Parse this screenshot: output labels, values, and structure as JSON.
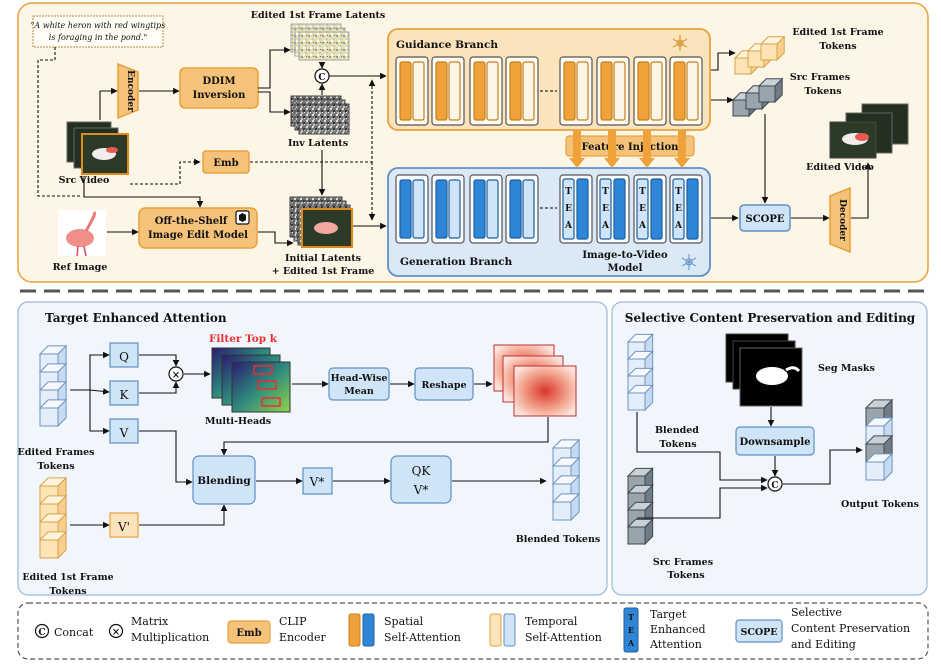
{
  "top": {
    "prompt": [
      "\"A white heron with red wingtips",
      "is foraging in the pond.\""
    ],
    "encoder": "Encoder",
    "ddim": [
      "DDIM",
      "Inversion"
    ],
    "edited_latents": "Edited 1st Frame Latents",
    "inv_latents": "Inv Latents",
    "concat_symbol": "C",
    "src_video": "Src Video",
    "emb": "Emb",
    "edit_model": [
      "Off-the-Shelf",
      "Image Edit Model"
    ],
    "ref_image": "Ref Image",
    "initial_latents": [
      "Initial Latents",
      "+ Edited 1st Frame"
    ],
    "guidance_branch": "Guidance Branch",
    "generation_branch": "Generation Branch",
    "feature_injection": "Feature Injection",
    "i2v_model": [
      "Image-to-Video",
      "Model"
    ],
    "tea": [
      "T",
      "E",
      "A"
    ],
    "scope": "SCOPE",
    "decoder": "Decoder",
    "edited_first_tokens": [
      "Edited 1st Frame",
      "Tokens"
    ],
    "src_frames_tokens": [
      "Src Frames",
      "Tokens"
    ],
    "edited_video": "Edited Video"
  },
  "tea_panel": {
    "title": "Target Enhanced Attention",
    "q": "Q",
    "k": "K",
    "v": "V",
    "v_prime": "V'",
    "filter": "Filter Top k",
    "multi_heads": "Multi-Heads",
    "head_wise": [
      "Head-Wise",
      "Mean"
    ],
    "reshape": "Reshape",
    "blending": "Blending",
    "v_star": "V*",
    "qkv": [
      "QK",
      "V*"
    ],
    "edited_frames_tokens": [
      "Edited Frames",
      "Tokens"
    ],
    "edited_first_tokens": [
      "Edited 1st Frame",
      "Tokens"
    ],
    "blended_tokens": "Blended Tokens",
    "matmul_symbol": "×"
  },
  "scope_panel": {
    "title": "Selective Content Preservation and Editing",
    "seg_masks": "Seg Masks",
    "downsample": "Downsample",
    "blended_tokens": [
      "Blended",
      "Tokens"
    ],
    "src_frames_tokens": [
      "Src Frames",
      "Tokens"
    ],
    "output_tokens": "Output Tokens",
    "concat_symbol": "C"
  },
  "legend": {
    "concat_symbol": "C",
    "concat": "Concat",
    "matmul_symbol": "×",
    "matmul": [
      "Matrix",
      "Multiplication"
    ],
    "emb": "Emb",
    "clip": [
      "CLIP",
      "Encoder"
    ],
    "spatial": [
      "Spatial",
      "Self-Attention"
    ],
    "temporal": [
      "Temporal",
      "Self-Attention"
    ],
    "tea": [
      "T",
      "E",
      "A"
    ],
    "target": [
      "Target",
      "Enhanced",
      "Attention"
    ],
    "scope": "SCOPE",
    "scope_desc": [
      "Selective",
      "Content Preservation",
      "and Editing"
    ]
  },
  "colors": {
    "orange_panel": "#fdf5e6",
    "orange_block": "#f5c27a",
    "orange_border": "#e8a13c",
    "blue_panel": "#e3eef9",
    "blue_block": "#cfe4f7",
    "blue_border": "#5f8fc5",
    "dark_blue": "#2f86d6",
    "red": "#e83030"
  }
}
